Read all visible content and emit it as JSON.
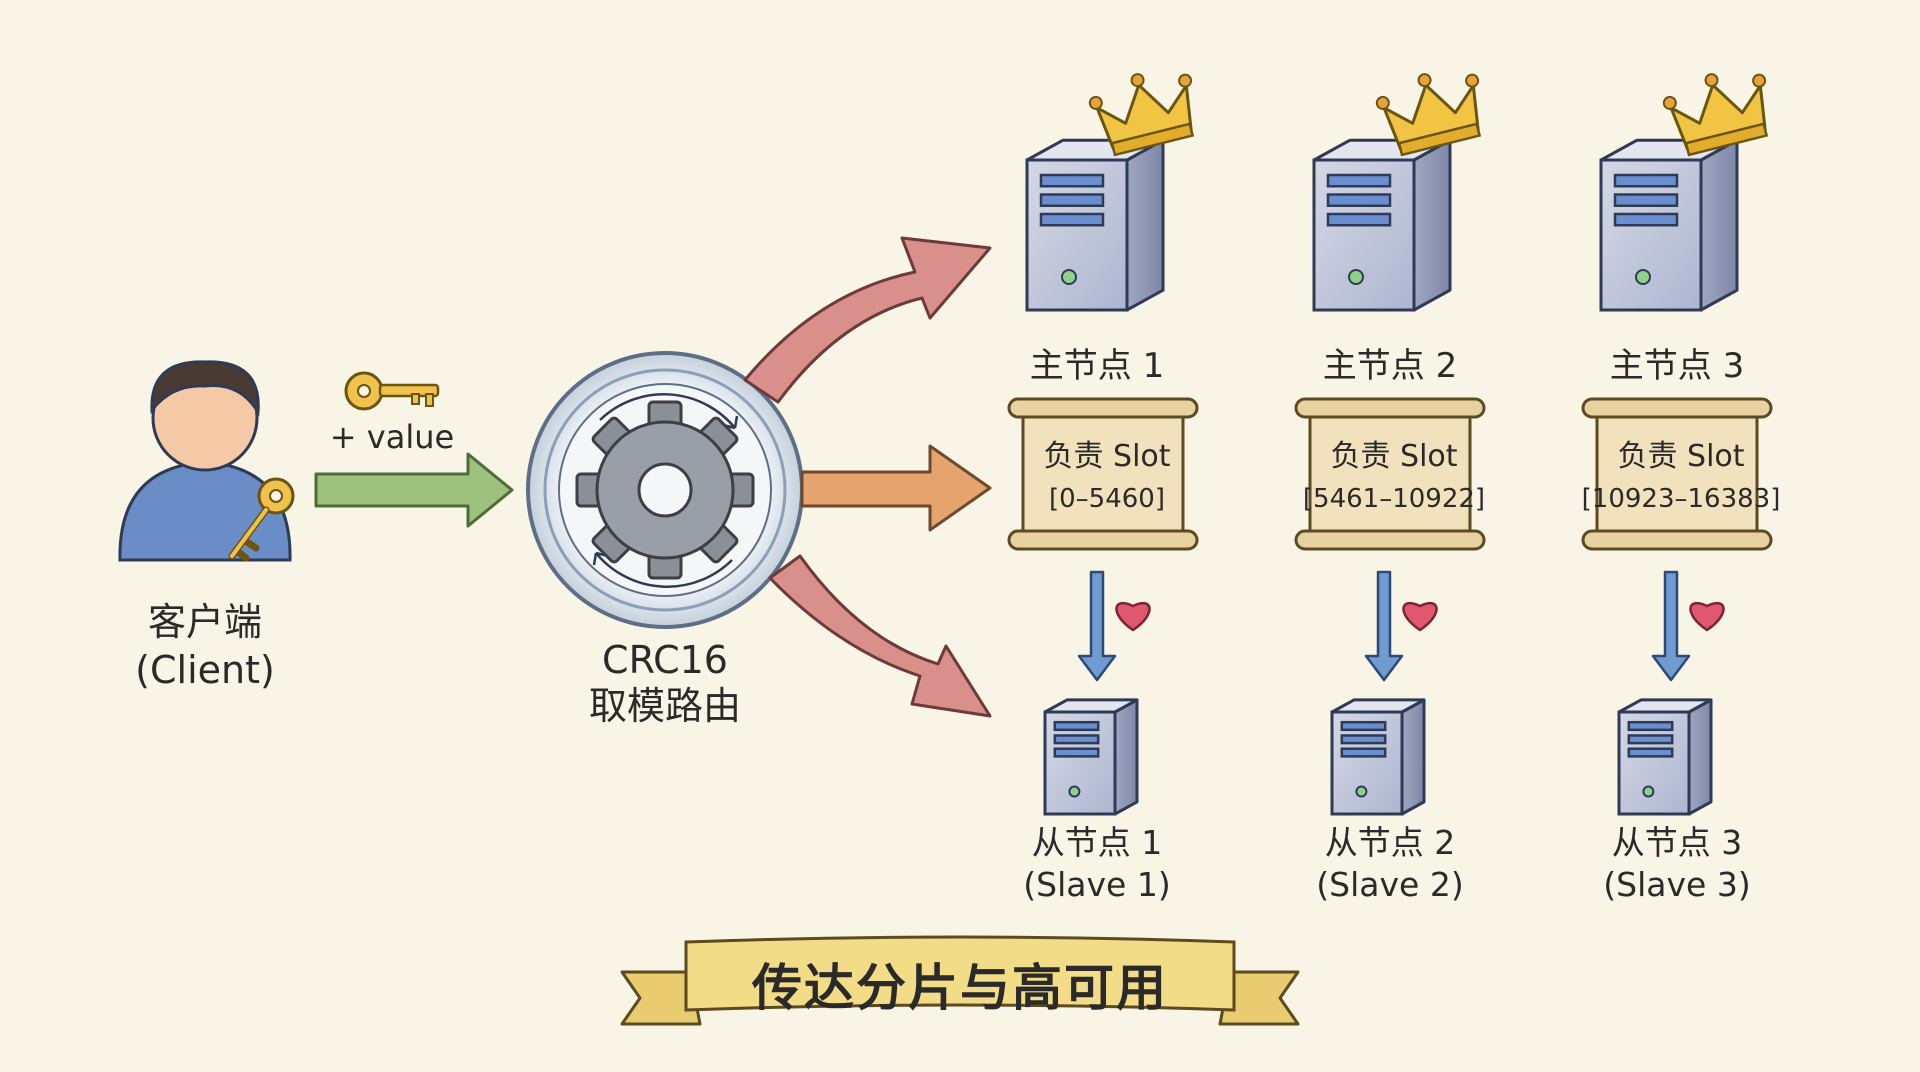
{
  "client": {
    "title": "客户端",
    "subtitle": "(Client)"
  },
  "request": {
    "value_label": "+ value"
  },
  "router": {
    "line1": "CRC16",
    "line2": "取模路由"
  },
  "masters": [
    {
      "label": "主节点 1",
      "slot_title": "负责 Slot",
      "slot_range": "[0–5460]"
    },
    {
      "label": "主节点 2",
      "slot_title": "负责 Slot",
      "slot_range": "[5461–10922]"
    },
    {
      "label": "主节点 3",
      "slot_title": "负责 Slot",
      "slot_range": "[10923–16383]"
    }
  ],
  "slaves": [
    {
      "label": "从节点 1",
      "sub": "(Slave 1)"
    },
    {
      "label": "从节点 2",
      "sub": "(Slave 2)"
    },
    {
      "label": "从节点 3",
      "sub": "(Slave 3)"
    }
  ],
  "banner": {
    "text": "传达分片与高可用"
  },
  "colors": {
    "background": "#f8f4e6",
    "arrow_client": "#9dc27e",
    "arrow_top": "#d98f8c",
    "arrow_middle": "#e5a46e",
    "arrow_bottom": "#d98f8c",
    "replication_arrow": "#6f9bd1",
    "crown": "#f2c443",
    "heart": "#e05870",
    "server_body": "#b7bdd3",
    "scroll": "#f1e1bd",
    "banner": "#f3dc87"
  }
}
